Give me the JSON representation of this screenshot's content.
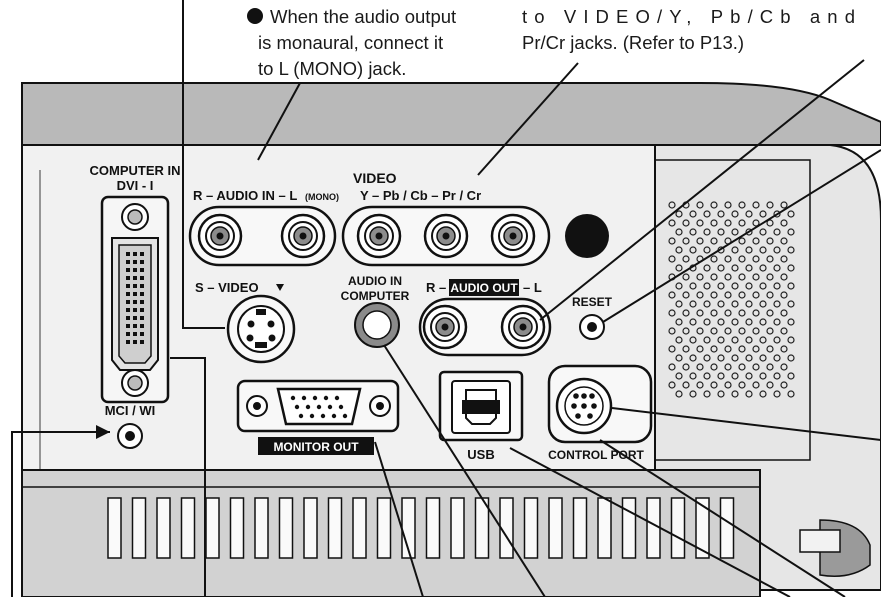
{
  "notes": {
    "mono_line1": "When the audio output",
    "mono_line2": "is monaural, connect it",
    "mono_line3": "to L (MONO) jack.",
    "video_line1": "to VIDEO/Y, Pb/Cb and",
    "video_line2": "Pr/Cr jacks. (Refer to P13.)"
  },
  "panel_labels": {
    "computer_in": "COMPUTER IN",
    "dvi_i": "DVI - I",
    "audio_in_lr": "R – AUDIO  IN – L",
    "mono": "(MONO)",
    "video": "VIDEO",
    "video_ypbpr": "Y  –  Pb / Cb  –  Pr / Cr",
    "s_video": "S – VIDEO",
    "audio_in": "AUDIO IN",
    "computer": "COMPUTER",
    "audio_out_r": "R –",
    "audio_out": "AUDIO OUT",
    "audio_out_l": "– L",
    "reset": "RESET",
    "mci_wi": "MCI / WI",
    "monitor_out": "MONITOR  OUT",
    "usb": "USB",
    "control_port": "CONTROL PORT"
  },
  "colors": {
    "panel_top": "#b7b7b7",
    "panel_face": "#ececec",
    "outline": "#111111"
  }
}
